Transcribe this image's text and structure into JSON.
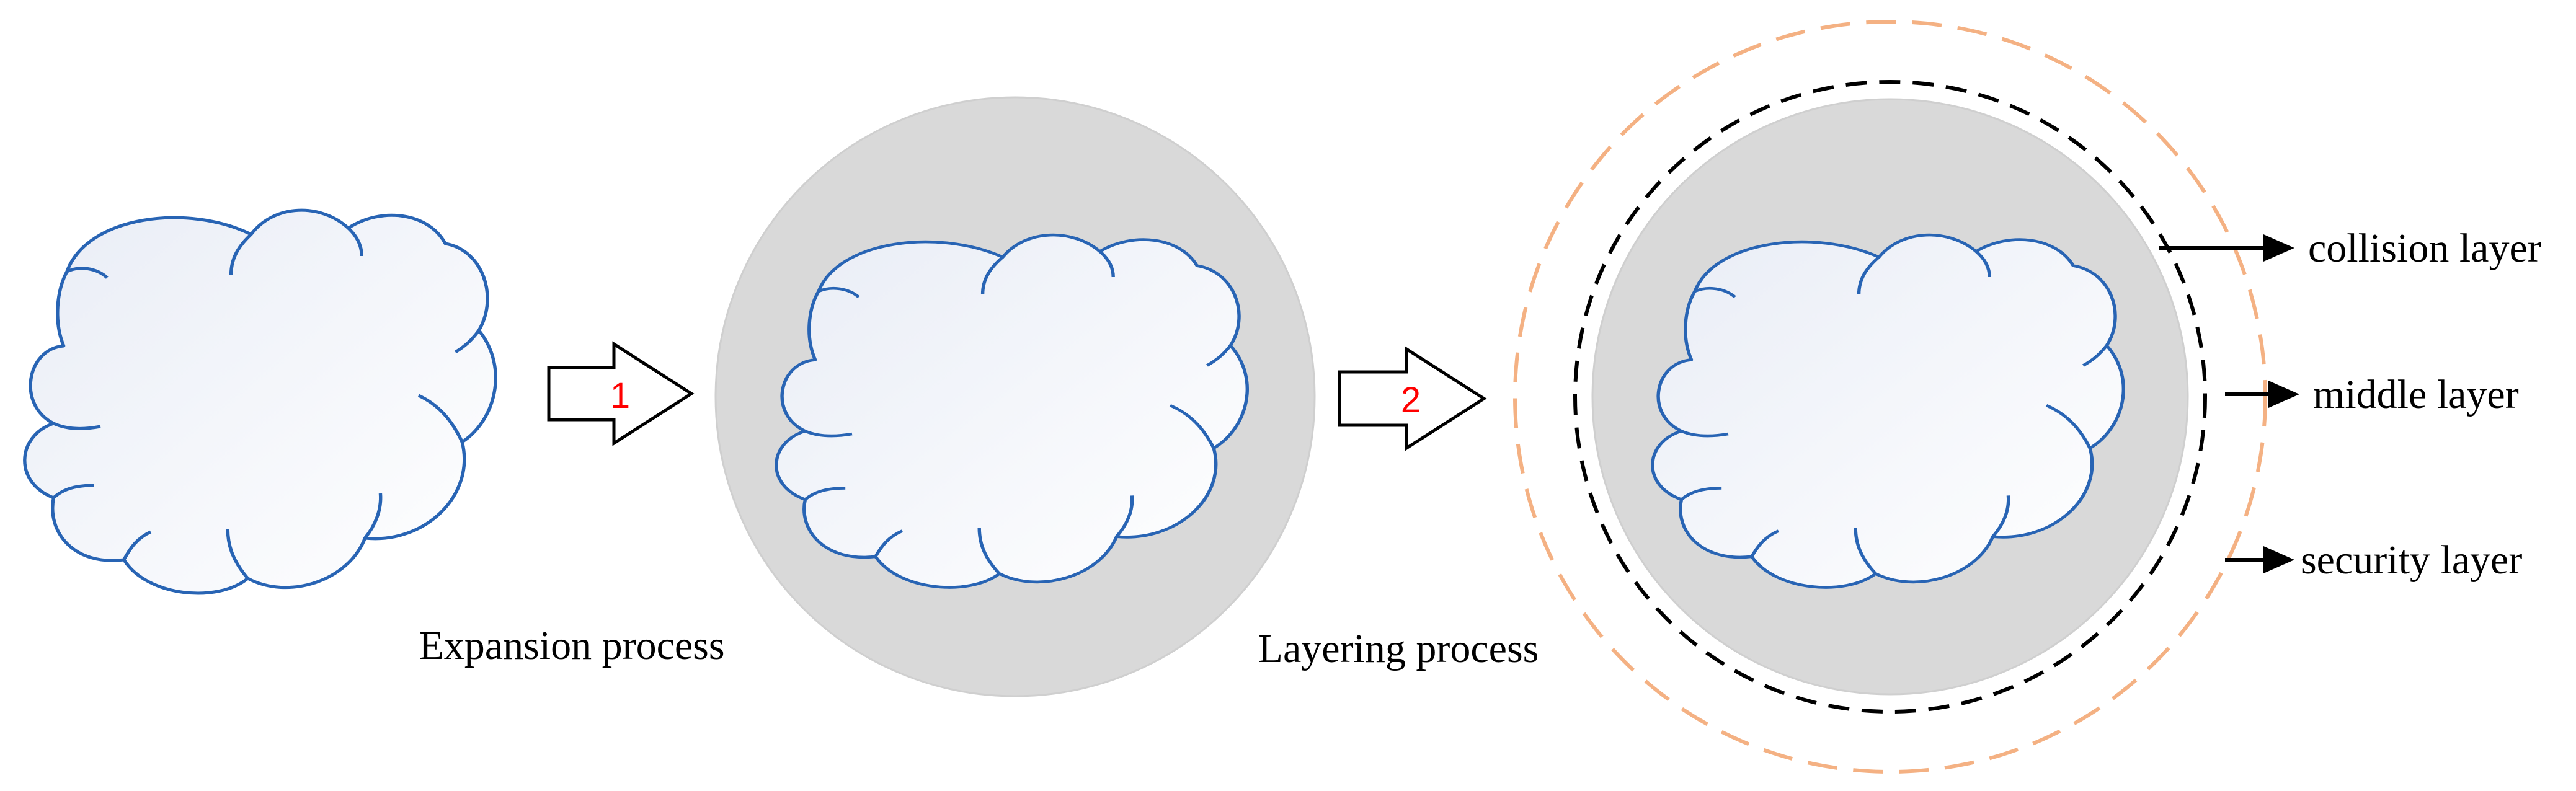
{
  "steps": [
    {
      "number": "1",
      "caption": "Expansion process"
    },
    {
      "number": "2",
      "caption": "Layering process"
    }
  ],
  "layers": {
    "collision": "collision layer",
    "middle": "middle layer",
    "security": "security layer"
  },
  "colors": {
    "cloud_stroke": "#2864b4",
    "cloud_fill": "#f1f3f8",
    "disc_fill": "#d9d9d9",
    "security_ring": "#f4b183",
    "middle_ring": "#000000",
    "step_number": "#ff0000",
    "arrow_stroke": "#000000"
  },
  "icons": {
    "obstacle": "cloud-icon",
    "process_arrow": "arrow-right-outline-icon",
    "pointer_arrow": "arrow-right-icon"
  }
}
